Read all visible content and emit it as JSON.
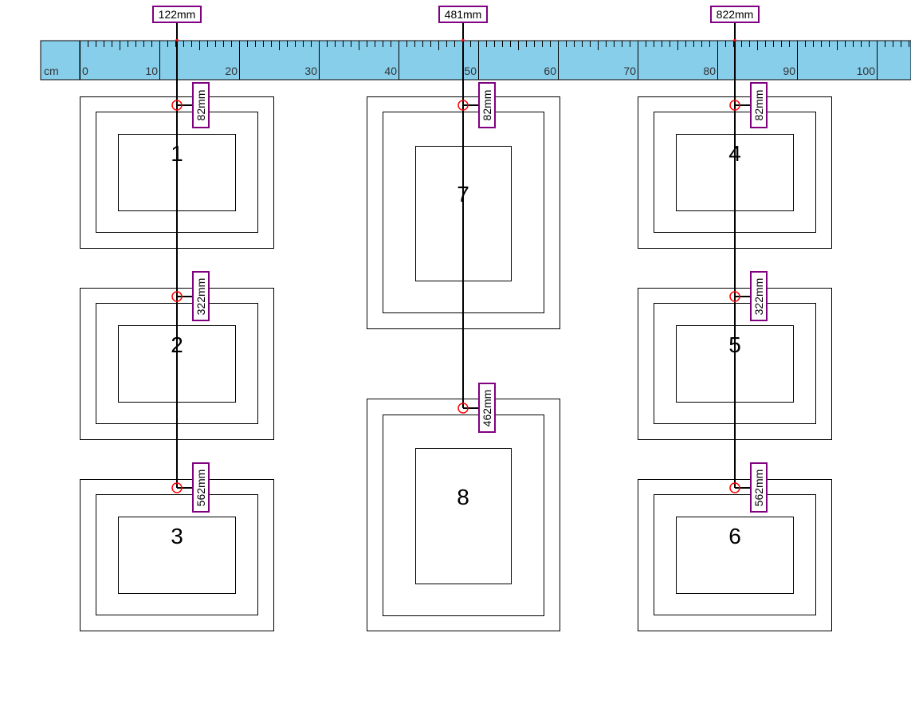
{
  "colors": {
    "ruler_fill": "#87ceeb",
    "line": "#000000",
    "marker": "#ff0000",
    "label_border": "#800080",
    "frame_stroke": "#000000"
  },
  "ruler": {
    "unit_label": "cm",
    "ticks": [
      0,
      10,
      20,
      30,
      40,
      50,
      60,
      70,
      80,
      90,
      100
    ]
  },
  "columns": [
    {
      "top_label": "122mm",
      "frames": [
        {
          "number": "1",
          "drop_label": "82mm"
        },
        {
          "number": "2",
          "drop_label": "322mm"
        },
        {
          "number": "3",
          "drop_label": "562mm"
        }
      ]
    },
    {
      "top_label": "481mm",
      "frames": [
        {
          "number": "7",
          "drop_label": "82mm"
        },
        {
          "number": "8",
          "drop_label": "462mm"
        }
      ]
    },
    {
      "top_label": "822mm",
      "frames": [
        {
          "number": "4",
          "drop_label": "82mm"
        },
        {
          "number": "5",
          "drop_label": "322mm"
        },
        {
          "number": "6",
          "drop_label": "562mm"
        }
      ]
    }
  ]
}
